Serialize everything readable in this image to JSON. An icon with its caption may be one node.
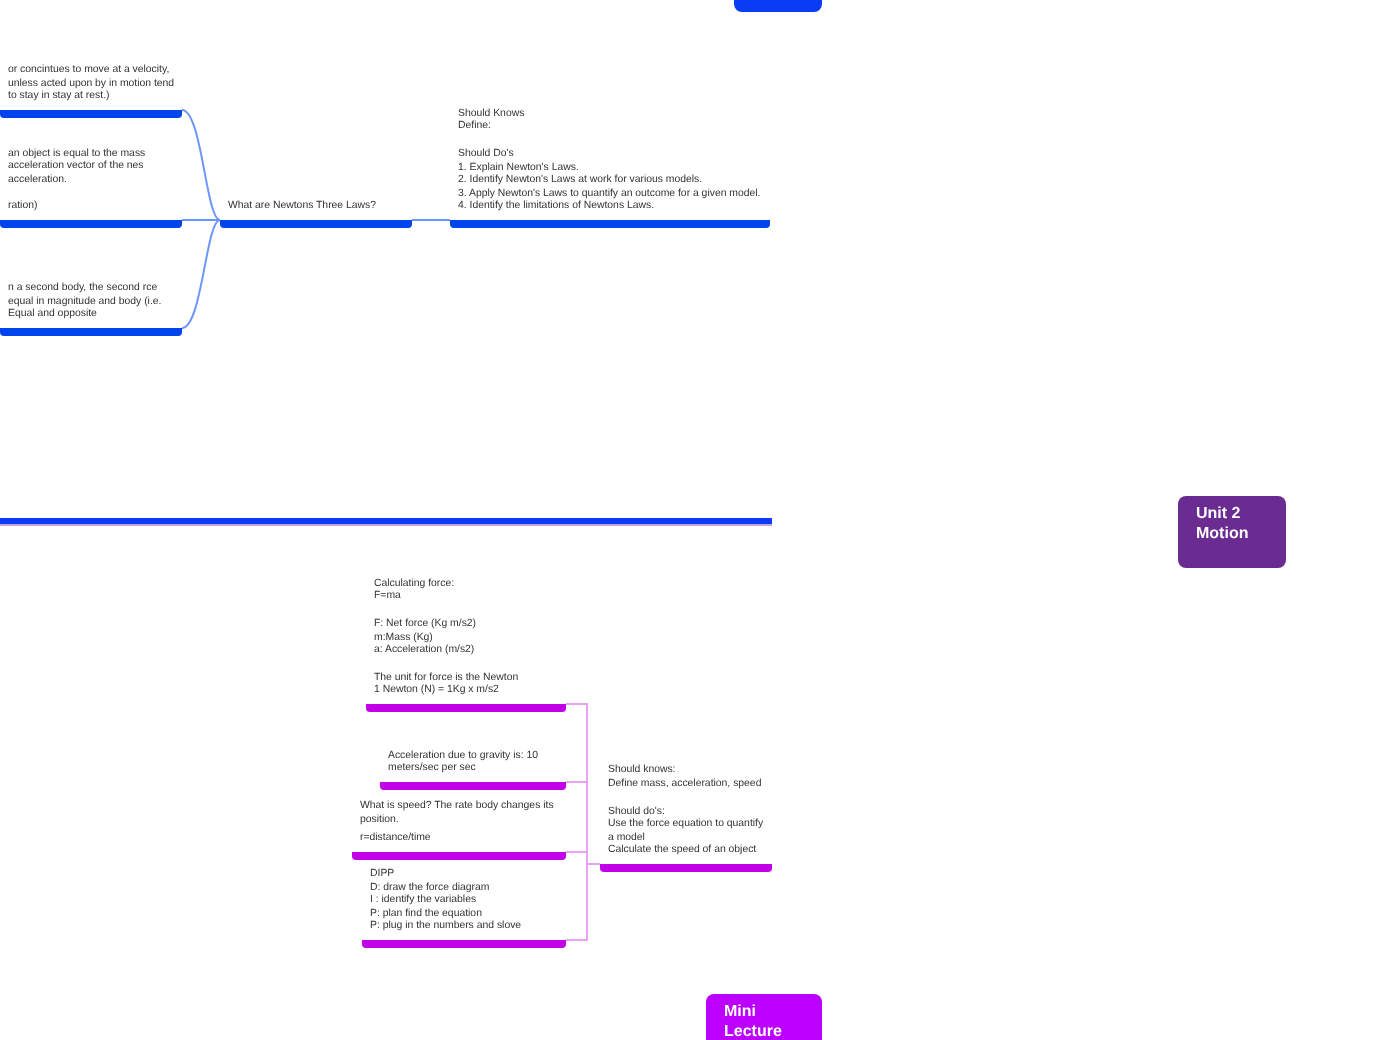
{
  "diagram": {
    "nodes": [
      {
        "text": [
          "or concintues to move at a velocity, unless acted upon by in motion tend to stay in stay at rest.)"
        ]
      },
      {
        "text": [
          "an object is equal to the mass acceleration vector of the nes acceleration.",
          "ration)"
        ]
      },
      {
        "text": [
          "n a second body, the second rce equal in magnitude and body (i.e. Equal and opposite"
        ]
      },
      {
        "text": [
          "What are Newtons Three Laws?"
        ]
      },
      {
        "text": [
          "Should Knows",
          "Define:",
          "Should Do's",
          "1. Explain Newton's Laws.",
          "2. Identify Newton's Laws at work for various models.",
          "3. Apply Newton's Laws to quantify an outcome for a given model.",
          "4. Identify the limitations of Newtons Laws."
        ]
      },
      {
        "text": [],
        "shape": "box"
      },
      {
        "text": [
          "Unit 2 Motion"
        ]
      },
      {
        "text": [
          "Calculating force:",
          "F=ma",
          "F: Net force (Kg m/s2)",
          "m:Mass (Kg)",
          "a: Acceleration (m/s2)",
          "The unit for force is the Newton",
          "1 Newton (N) = 1Kg x m/s2"
        ]
      },
      {
        "text": [
          "Acceleration due to gravity is: 10 meters/sec per sec"
        ]
      },
      {
        "text": [
          "What is speed? The rate body changes its position.",
          "r=distance/time"
        ]
      },
      {
        "text": [
          "DIPP",
          "D: draw the force diagram",
          "I : identify the variables",
          "P: plan find the equation",
          "P: plug in the numbers and slove"
        ]
      },
      {
        "text": [
          "Should knows:",
          "Define mass, acceleration, speed",
          "Should do's:",
          "Use the force equation to quantify a model",
          "Calculate the speed of an object"
        ]
      },
      {
        "text": [
          "Mini Lecture"
        ]
      }
    ],
    "edges": [
      {
        "from": 3,
        "to": 0,
        "arrow": "none"
      },
      {
        "from": 3,
        "to": 1,
        "arrow": "none"
      },
      {
        "from": 3,
        "to": 2,
        "arrow": "none"
      },
      {
        "from": 4,
        "to": 3,
        "arrow": "none"
      },
      {
        "from": 11,
        "to": 7,
        "arrow": "none",
        "color": "#e7a2f2"
      },
      {
        "from": 11,
        "to": 8,
        "arrow": "none",
        "color": "#e7a2f2"
      },
      {
        "from": 11,
        "to": 9,
        "arrow": "none",
        "color": "#e7a2f2"
      },
      {
        "from": 11,
        "to": 10,
        "arrow": "none",
        "color": "#e7a2f2"
      }
    ]
  }
}
